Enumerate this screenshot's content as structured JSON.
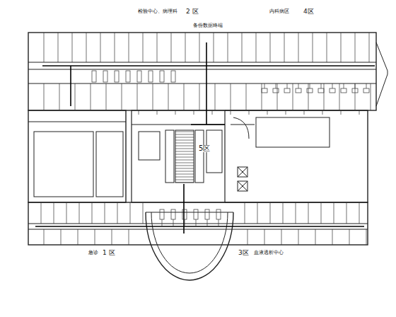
{
  "diagram": {
    "labels": [
      "检验中心、病理科",
      "2 区",
      "备份数据终端",
      "内科病区",
      "4区",
      "5区",
      "急诊",
      "1 区",
      "3区",
      "血液透析中心"
    ]
  }
}
